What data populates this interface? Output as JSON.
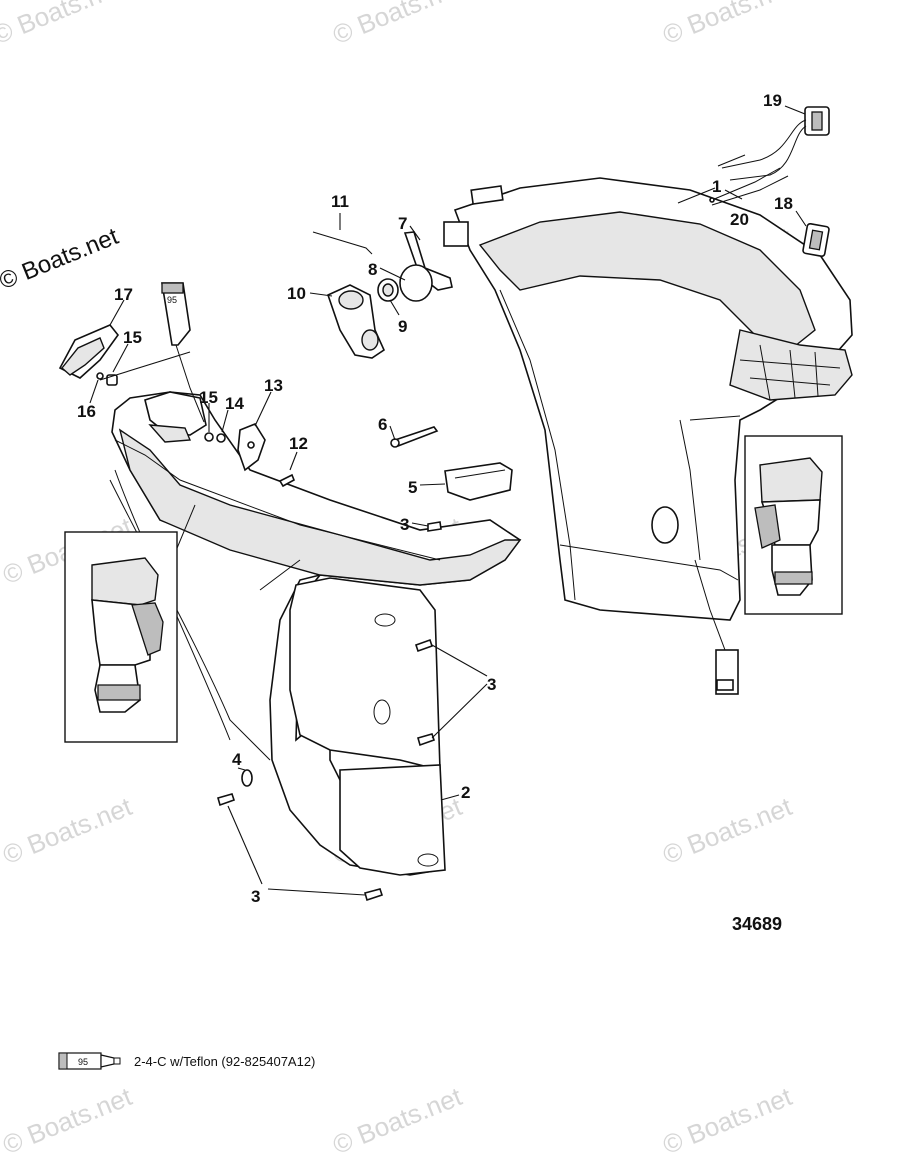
{
  "watermark": {
    "main": "© Boats.net",
    "faint": "© Boats.net"
  },
  "callouts": {
    "c1": "1",
    "c2": "2",
    "c3a": "3",
    "c3b": "3",
    "c3c": "3",
    "c4": "4",
    "c5": "5",
    "c6": "6",
    "c7": "7",
    "c8": "8",
    "c9": "9",
    "c10": "10",
    "c11": "11",
    "c12": "12",
    "c13": "13",
    "c14": "14",
    "c15a": "15",
    "c15b": "15",
    "c16": "16",
    "c17": "17",
    "c18": "18",
    "c19": "19",
    "c20": "20"
  },
  "tube_label": "95",
  "drawing_number": "34689",
  "legend": {
    "tube_label": "95",
    "text": "2-4-C w/Teflon (92-825407A12)"
  },
  "colors": {
    "line": "#111111",
    "watermark": "#d6d6d6",
    "background": "#ffffff"
  }
}
